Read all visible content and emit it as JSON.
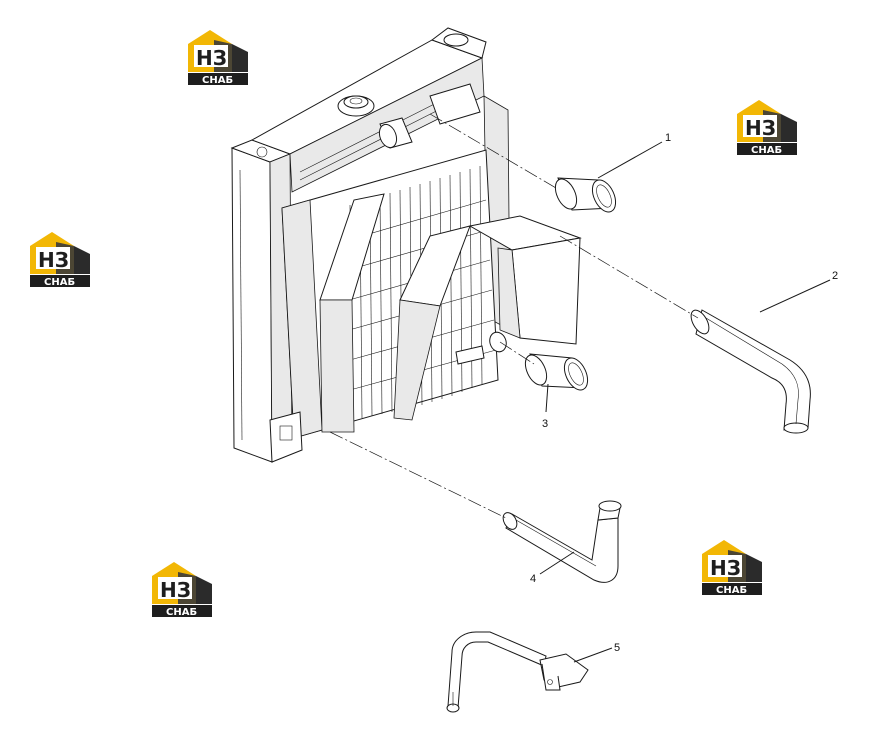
{
  "diagram": {
    "callouts": [
      {
        "id": "callout-1",
        "label": "1"
      },
      {
        "id": "callout-2",
        "label": "2"
      },
      {
        "id": "callout-3",
        "label": "3"
      },
      {
        "id": "callout-4",
        "label": "4"
      },
      {
        "id": "callout-5",
        "label": "5"
      }
    ]
  },
  "watermark": {
    "logo_letters": "НЗ",
    "logo_caption": "СНАБ",
    "colors": {
      "yellow": "#f2b705",
      "dark": "#2b2b2b",
      "caption_bg": "#1e1e1e"
    }
  }
}
